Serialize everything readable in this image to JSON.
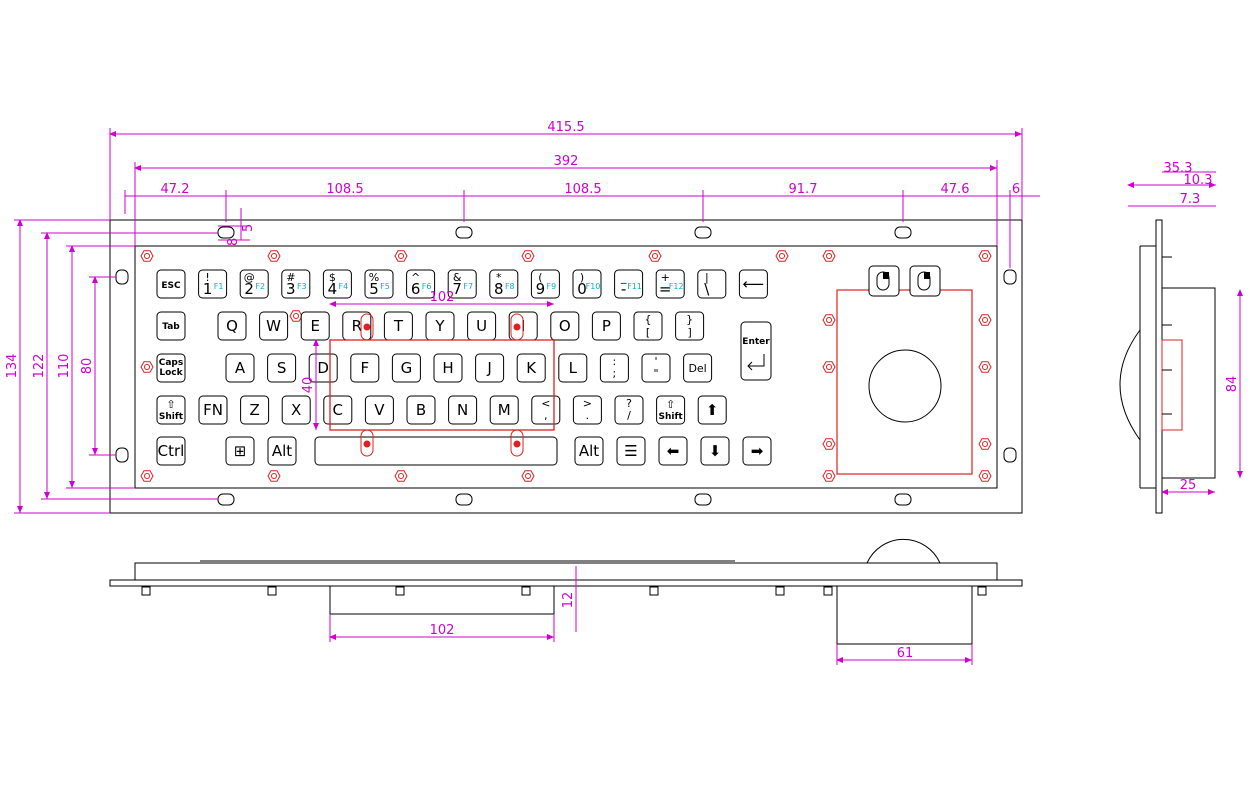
{
  "colors": {
    "dimension": "#d000d0",
    "outline": "#000000",
    "highlight": "#e02020",
    "fn_label": "#00b7c8"
  },
  "dims": {
    "total_width": "415.5",
    "hole_span": "392",
    "d47_2": "47.2",
    "d108_5a": "108.5",
    "d108_5b": "108.5",
    "d91_7": "91.7",
    "d47_6": "47.6",
    "d6": "6",
    "d8": "8",
    "d5": "5",
    "h134": "134",
    "h122": "122",
    "h110": "110",
    "h80": "80",
    "d40": "40",
    "d102_top": "102",
    "side_35_3": "35.3",
    "side_10_3": "10.3",
    "side_7_3": "7.3",
    "side_84": "84",
    "side_25": "25",
    "bottom_12": "12",
    "bottom_102": "102",
    "bottom_61": "61"
  },
  "keys": {
    "row1": [
      {
        "t": "ESC",
        "b": true
      },
      {
        "t": "1",
        "s": "!",
        "f": "F1"
      },
      {
        "t": "2",
        "s": "@",
        "f": "F2"
      },
      {
        "t": "3",
        "s": "#",
        "f": "F3"
      },
      {
        "t": "4",
        "s": "$",
        "f": "F4"
      },
      {
        "t": "5",
        "s": "%",
        "f": "F5"
      },
      {
        "t": "6",
        "s": "^",
        "f": "F6"
      },
      {
        "t": "7",
        "s": "&",
        "f": "F7"
      },
      {
        "t": "8",
        "s": "*",
        "f": "F8"
      },
      {
        "t": "9",
        "s": "(",
        "f": "F9"
      },
      {
        "t": "0",
        "s": ")",
        "f": "F10"
      },
      {
        "t": "-",
        "s": "_",
        "f": "F11"
      },
      {
        "t": "=",
        "s": "+",
        "f": "F12"
      },
      {
        "t": "\\",
        "s": "|"
      },
      {
        "t": "⟵"
      }
    ],
    "row2": [
      "Tab",
      "Q",
      "W",
      "E",
      "R",
      "T",
      "Y",
      "U",
      "I",
      "O",
      "P",
      "[",
      "]"
    ],
    "row2_braces": [
      "{",
      "}"
    ],
    "enter": "Enter",
    "row3": [
      "Caps Lock",
      "A",
      "S",
      "D",
      "F",
      "G",
      "H",
      "J",
      "K",
      "L",
      ";",
      "\"",
      "Del"
    ],
    "row3_shift": [
      ":",
      "'"
    ],
    "row4": [
      "Shift",
      "FN",
      "Z",
      "X",
      "C",
      "V",
      "B",
      "N",
      "M",
      ",",
      ".",
      "/",
      "Shift",
      "⬆"
    ],
    "row4_shift": [
      "<",
      ">",
      "?"
    ],
    "row5": [
      "Ctrl",
      "⊞",
      "Alt",
      "Alt",
      "☰",
      "⬅",
      "⬇",
      "➡"
    ]
  }
}
